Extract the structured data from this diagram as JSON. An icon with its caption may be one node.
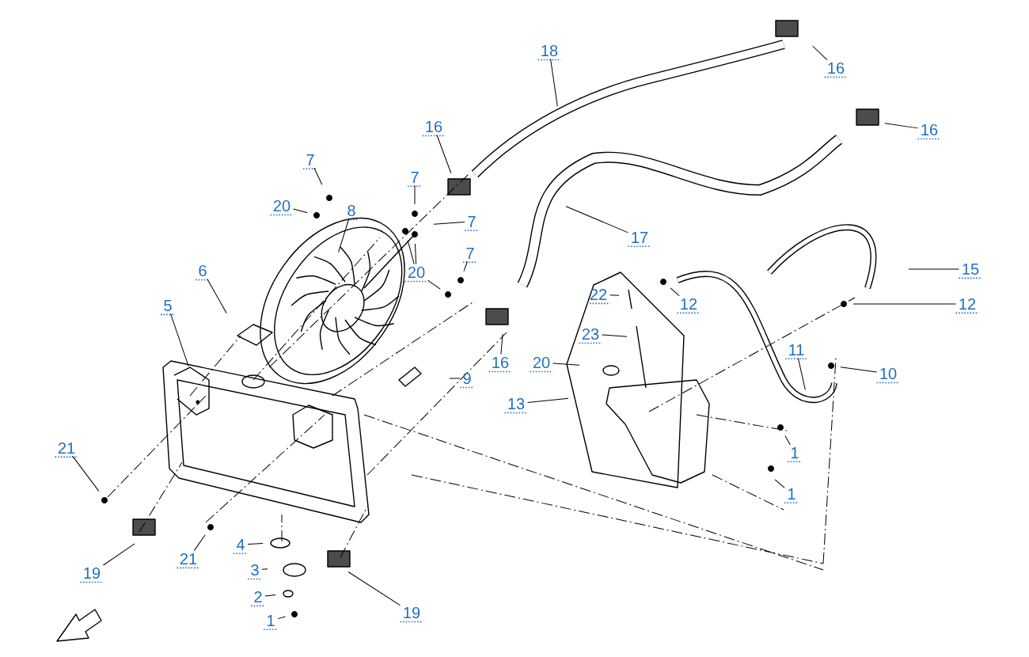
{
  "diagram": {
    "nodes": [
      {
        "text": [
          "18"
        ]
      },
      {
        "text": [
          "16"
        ]
      },
      {
        "text": [
          "16"
        ]
      },
      {
        "text": [
          "16"
        ]
      },
      {
        "text": [
          "7"
        ]
      },
      {
        "text": [
          "7"
        ]
      },
      {
        "text": [
          "20"
        ]
      },
      {
        "text": [
          "8"
        ]
      },
      {
        "text": [
          "7"
        ]
      },
      {
        "text": [
          "20"
        ]
      },
      {
        "text": [
          "7"
        ]
      },
      {
        "text": [
          "17"
        ]
      },
      {
        "text": [
          "15"
        ]
      },
      {
        "text": [
          "6"
        ]
      },
      {
        "text": [
          "5"
        ]
      },
      {
        "text": [
          "22"
        ]
      },
      {
        "text": [
          "12"
        ]
      },
      {
        "text": [
          "12"
        ]
      },
      {
        "text": [
          "23"
        ]
      },
      {
        "text": [
          "16"
        ]
      },
      {
        "text": [
          "20"
        ]
      },
      {
        "text": [
          "11"
        ]
      },
      {
        "text": [
          "10"
        ]
      },
      {
        "text": [
          "9"
        ]
      },
      {
        "text": [
          "13"
        ]
      },
      {
        "text": [
          "1"
        ]
      },
      {
        "text": [
          "1"
        ]
      },
      {
        "text": [
          "21"
        ]
      },
      {
        "text": [
          "19"
        ]
      },
      {
        "text": [
          "21"
        ]
      },
      {
        "text": [
          "4"
        ]
      },
      {
        "text": [
          "3"
        ]
      },
      {
        "text": [
          "2"
        ]
      },
      {
        "text": [
          "1"
        ]
      },
      {
        "text": [
          "19"
        ]
      }
    ],
    "edges": [
      {
        "from": 0,
        "to": null,
        "arrow": "none"
      },
      {
        "from": 1,
        "to": null,
        "arrow": "none"
      },
      {
        "from": 2,
        "to": null,
        "arrow": "none"
      },
      {
        "from": 3,
        "to": null,
        "arrow": "none"
      },
      {
        "from": 4,
        "to": null,
        "arrow": "none"
      },
      {
        "from": 5,
        "to": null,
        "arrow": "none"
      },
      {
        "from": 6,
        "to": null,
        "arrow": "none"
      },
      {
        "from": 7,
        "to": null,
        "arrow": "none"
      },
      {
        "from": 8,
        "to": null,
        "arrow": "none"
      },
      {
        "from": 9,
        "to": null,
        "arrow": "none"
      },
      {
        "from": 9,
        "to": null,
        "arrow": "none"
      },
      {
        "from": 9,
        "to": null,
        "arrow": "none"
      },
      {
        "from": 10,
        "to": null,
        "arrow": "none"
      },
      {
        "from": 11,
        "to": null,
        "arrow": "none"
      },
      {
        "from": 12,
        "to": null,
        "arrow": "none"
      },
      {
        "from": 13,
        "to": null,
        "arrow": "none"
      },
      {
        "from": 14,
        "to": null,
        "arrow": "none"
      },
      {
        "from": 15,
        "to": null,
        "arrow": "none"
      },
      {
        "from": 16,
        "to": null,
        "arrow": "none"
      },
      {
        "from": 17,
        "to": null,
        "arrow": "none"
      },
      {
        "from": 18,
        "to": null,
        "arrow": "none"
      },
      {
        "from": 19,
        "to": null,
        "arrow": "none"
      },
      {
        "from": 20,
        "to": null,
        "arrow": "none"
      },
      {
        "from": 21,
        "to": null,
        "arrow": "none"
      },
      {
        "from": 22,
        "to": null,
        "arrow": "none"
      },
      {
        "from": 23,
        "to": null,
        "arrow": "none"
      },
      {
        "from": 24,
        "to": null,
        "arrow": "none"
      },
      {
        "from": 25,
        "to": null,
        "arrow": "none"
      },
      {
        "from": 26,
        "to": null,
        "arrow": "none"
      },
      {
        "from": 27,
        "to": null,
        "arrow": "none"
      },
      {
        "from": 28,
        "to": null,
        "arrow": "none"
      },
      {
        "from": 29,
        "to": null,
        "arrow": "none"
      },
      {
        "from": 30,
        "to": null,
        "arrow": "none"
      },
      {
        "from": 31,
        "to": null,
        "arrow": "none"
      },
      {
        "from": 32,
        "to": null,
        "arrow": "none"
      },
      {
        "from": 33,
        "to": null,
        "arrow": "none"
      },
      {
        "from": 34,
        "to": null,
        "arrow": "none"
      }
    ]
  }
}
